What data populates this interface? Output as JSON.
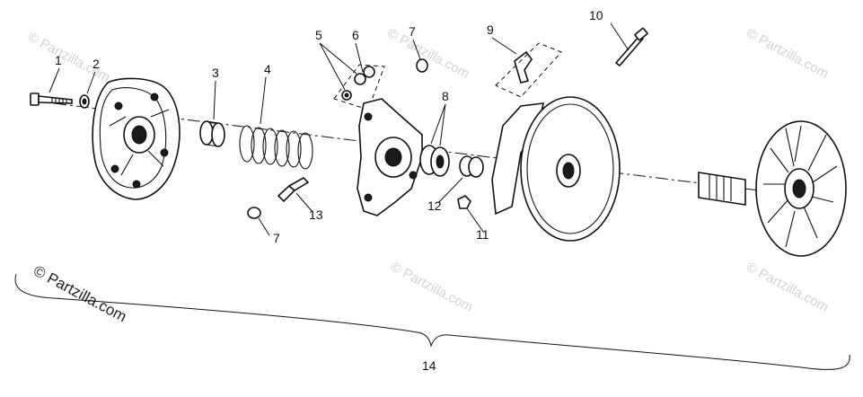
{
  "watermark": {
    "brand": "© Partzilla.com",
    "corner_copies": [
      "© Partzilla.com",
      "© Partzilla.com",
      "© Partzilla.com",
      "© Partzilla.com",
      "© Partzilla.com",
      "© Partzilla.com"
    ]
  },
  "callouts": {
    "c1": "1",
    "c2": "2",
    "c3": "3",
    "c4": "4",
    "c5": "5",
    "c6": "6",
    "c7a": "7",
    "c7b": "7",
    "c8": "8",
    "c9": "9",
    "c10": "10",
    "c11": "11",
    "c12": "12",
    "c13": "13",
    "c14": "14"
  }
}
